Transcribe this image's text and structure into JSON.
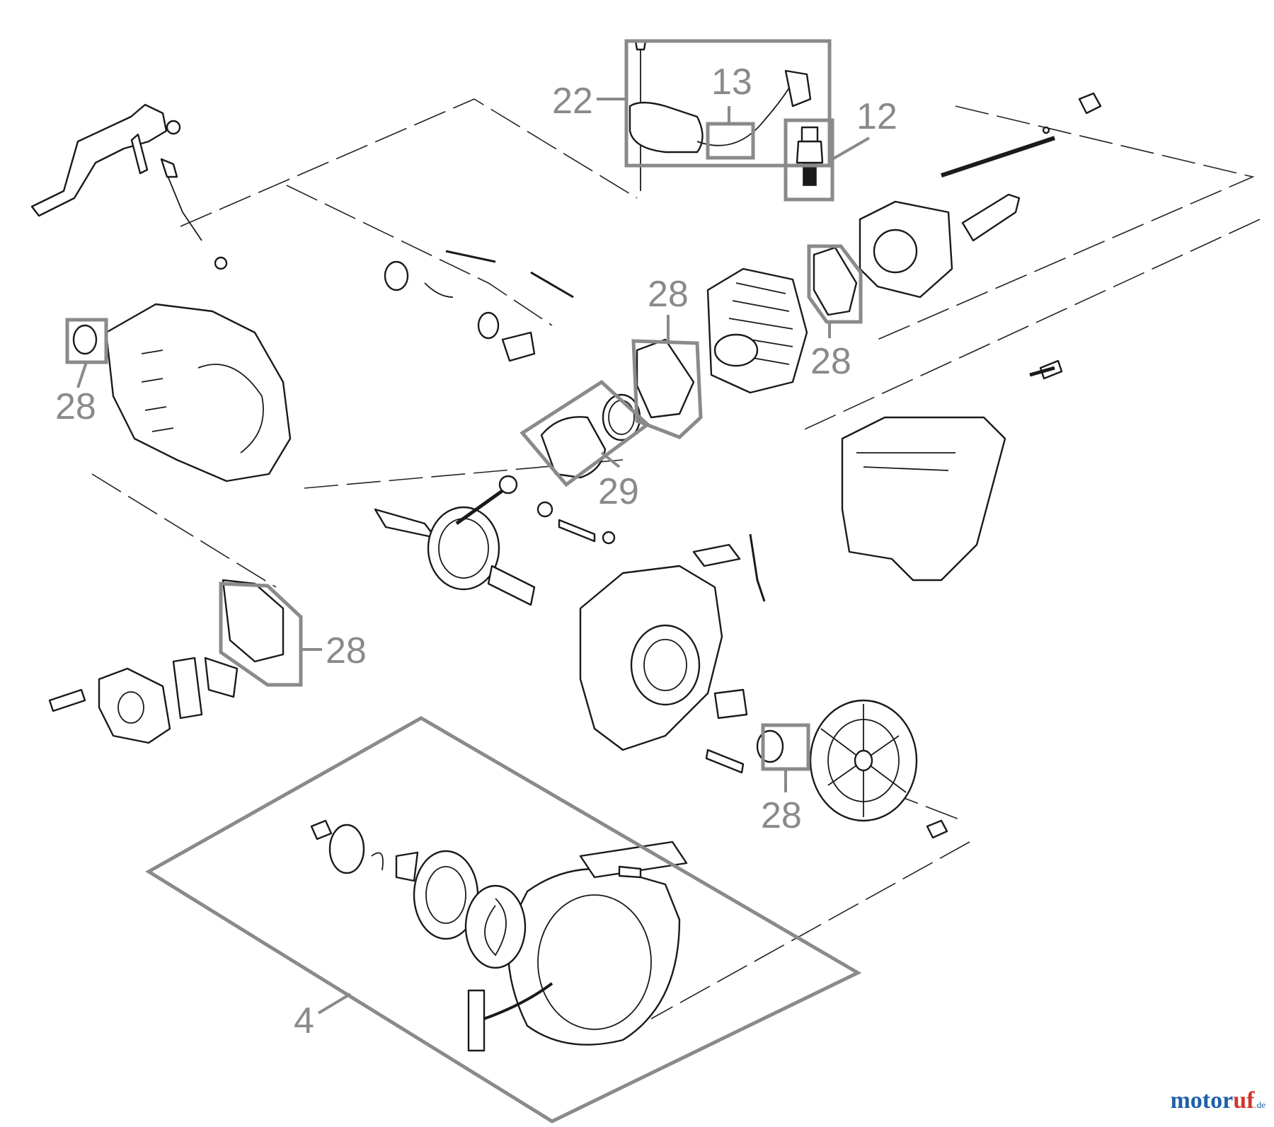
{
  "diagram": {
    "callouts": [
      {
        "id": "c22",
        "text": "22"
      },
      {
        "id": "c13",
        "text": "13"
      },
      {
        "id": "c12",
        "text": "12"
      },
      {
        "id": "c28a",
        "text": "28"
      },
      {
        "id": "c28b",
        "text": "28"
      },
      {
        "id": "c28c",
        "text": "28"
      },
      {
        "id": "c28d",
        "text": "28"
      },
      {
        "id": "c29",
        "text": "29"
      },
      {
        "id": "c28e",
        "text": "28"
      },
      {
        "id": "c28f",
        "text": "28"
      },
      {
        "id": "c4",
        "text": "4"
      }
    ]
  },
  "watermark": {
    "part1": "motor",
    "part2": "uf",
    "suffix": ".de"
  },
  "colors": {
    "callout": "#8a8a8a",
    "line": "#1a1a1a",
    "brand_blue": "#1f5fa8",
    "brand_red": "#d2372b"
  }
}
